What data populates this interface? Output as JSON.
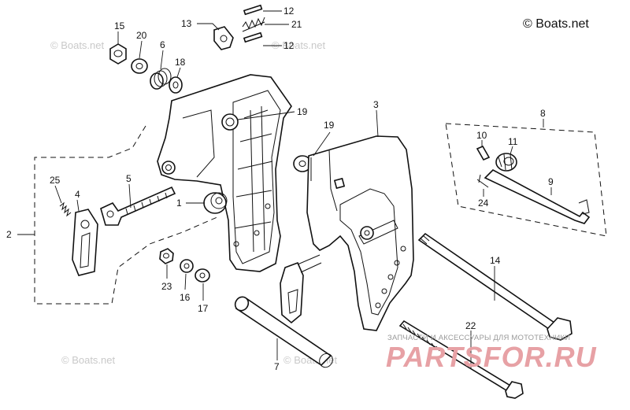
{
  "diagram": {
    "copyright": "© Boats.net",
    "watermark": "© Boats.net",
    "brand_subtitle": "ЗАПЧАСТИ И АКСЕССУАРЫ ДЛЯ МОТОТЕХНИКИ",
    "brand_name": "PARTSFOR.RU",
    "part_labels": {
      "p1": "1",
      "p2": "2",
      "p3": "3",
      "p4": "4",
      "p5": "5",
      "p6": "6",
      "p7": "7",
      "p8": "8",
      "p9": "9",
      "p10": "10",
      "p11": "11",
      "p12a": "12",
      "p12b": "12",
      "p13": "13",
      "p14": "14",
      "p15": "15",
      "p16": "16",
      "p17": "17",
      "p18": "18",
      "p19a": "19",
      "p19b": "19",
      "p20": "20",
      "p21": "21",
      "p22": "22",
      "p23": "23",
      "p24": "24",
      "p25": "25"
    }
  }
}
